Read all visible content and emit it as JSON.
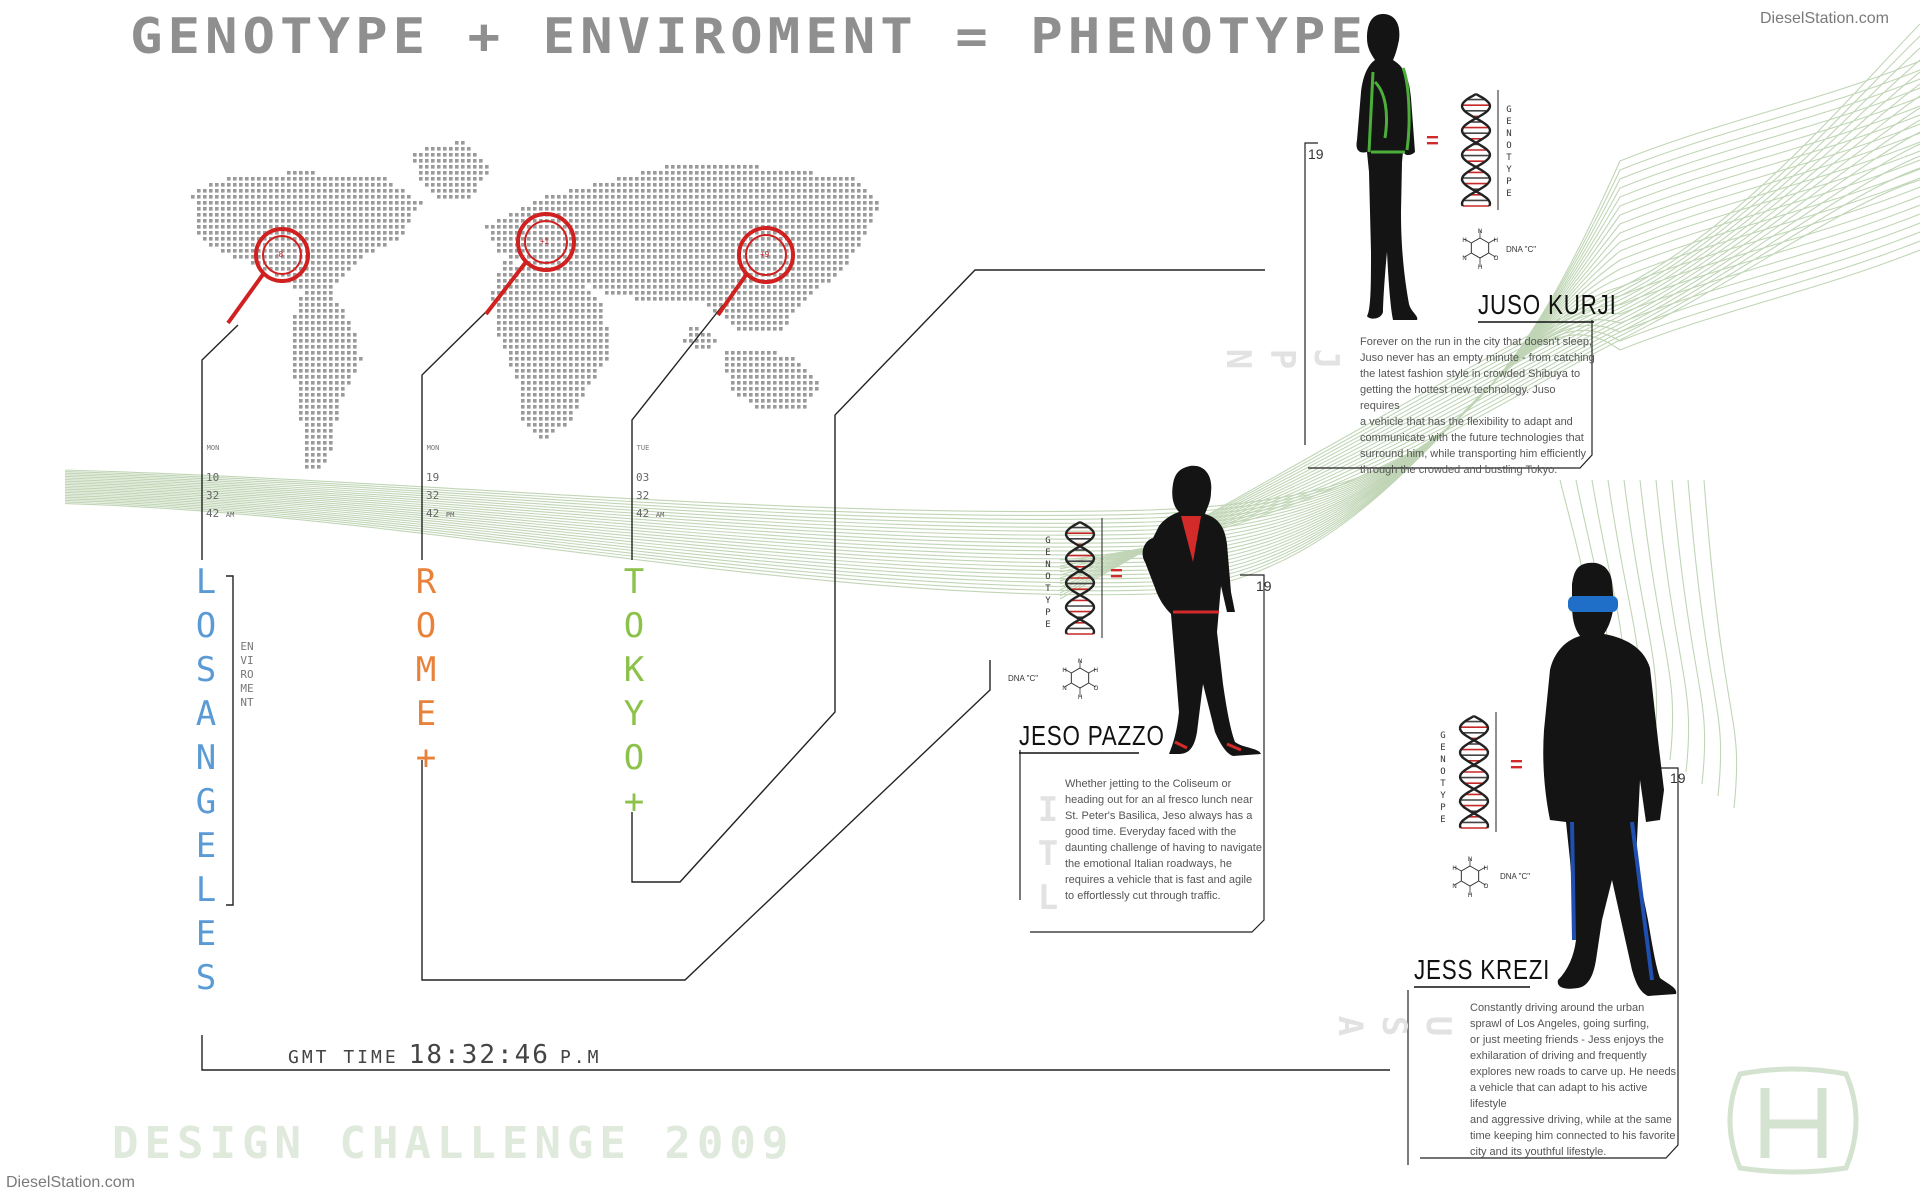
{
  "header": {
    "title": "GENOTYPE + ENVIROMENT = PHENOTYPE"
  },
  "watermark": {
    "top_right": "DieselStation.com",
    "bottom_left": "DieselStation.com"
  },
  "map_pins": [
    {
      "offset": "-8"
    },
    {
      "offset": "+1"
    },
    {
      "offset": "+9"
    }
  ],
  "cities": [
    {
      "name": "LOS ANGELES",
      "day": "MON",
      "hour": "10",
      "minute": "32",
      "second": "42",
      "ampm": "AM",
      "color": "#5b9bd5"
    },
    {
      "name": "ROME+",
      "day": "MON",
      "hour": "19",
      "minute": "32",
      "second": "42",
      "ampm": "PM",
      "color": "#e8823a"
    },
    {
      "name": "TOKYO+",
      "day": "TUE",
      "hour": "03",
      "minute": "32",
      "second": "42",
      "ampm": "AM",
      "color": "#8cc14a"
    }
  ],
  "enviroment_label": "ENVIROMENT",
  "gmt": {
    "label": "GMT TIME",
    "value": "18:32:46",
    "ampm": "P.M"
  },
  "footer": {
    "challenge": "DESIGN CHALLENGE 2009"
  },
  "genotype_label": "GENOTYPE",
  "equals_sign": "=",
  "dna_label": "DNA \"C\"",
  "molecule_atoms": {
    "h": "H",
    "n": "N",
    "o": "O"
  },
  "people": [
    {
      "name": "JUSO KURJI",
      "age": "19",
      "country": "JPN",
      "accent": "#4caf3a",
      "description": "Forever on the run in the city that doesn't sleep,\nJuso never has an empty minute - from catching\nthe latest fashion style in crowded Shibuya to\ngetting the hottest new technology. Juso requires\na vehicle that has the flexibility to adapt and\ncommunicate with the future technologies that\nsurround him, while transporting him efficiently\nthrough the crowded and bustling Tokyo."
    },
    {
      "name": "JESO PAZZO",
      "age": "19",
      "country": "ITL",
      "accent": "#d32a2a",
      "description": "Whether jetting to the Coliseum or\nheading out for an al fresco lunch near\nSt. Peter's Basilica, Jeso  always has a\ngood time. Everyday faced with the\ndaunting challenge of having to navigate\nthe emotional Italian roadways, he\nrequires a vehicle that is fast and agile\nto effortlessly cut through traffic."
    },
    {
      "name": "JESS KREZI",
      "age": "19",
      "country": "USA",
      "accent": "#1f4fb0",
      "description": "Constantly driving around the urban\nsprawl of Los Angeles, going surfing,\nor just meeting friends - Jess enjoys the\nexhilaration of driving and frequently\nexplores new roads to carve up. He needs\n a vehicle that can adapt to his active lifestyle\nand aggressive driving, while at the same\ntime keeping him connected to his favorite\ncity and its youthful lifestyle."
    }
  ],
  "colors": {
    "pin_red": "#d02020",
    "wave_green": "#8db37a",
    "map_dot": "#9a9a9a",
    "brand_logo": "#d4e2d0"
  },
  "icons": [
    "world-map",
    "location-pin-icon",
    "dna-helix-icon",
    "molecule-icon",
    "honda-logo-icon"
  ]
}
